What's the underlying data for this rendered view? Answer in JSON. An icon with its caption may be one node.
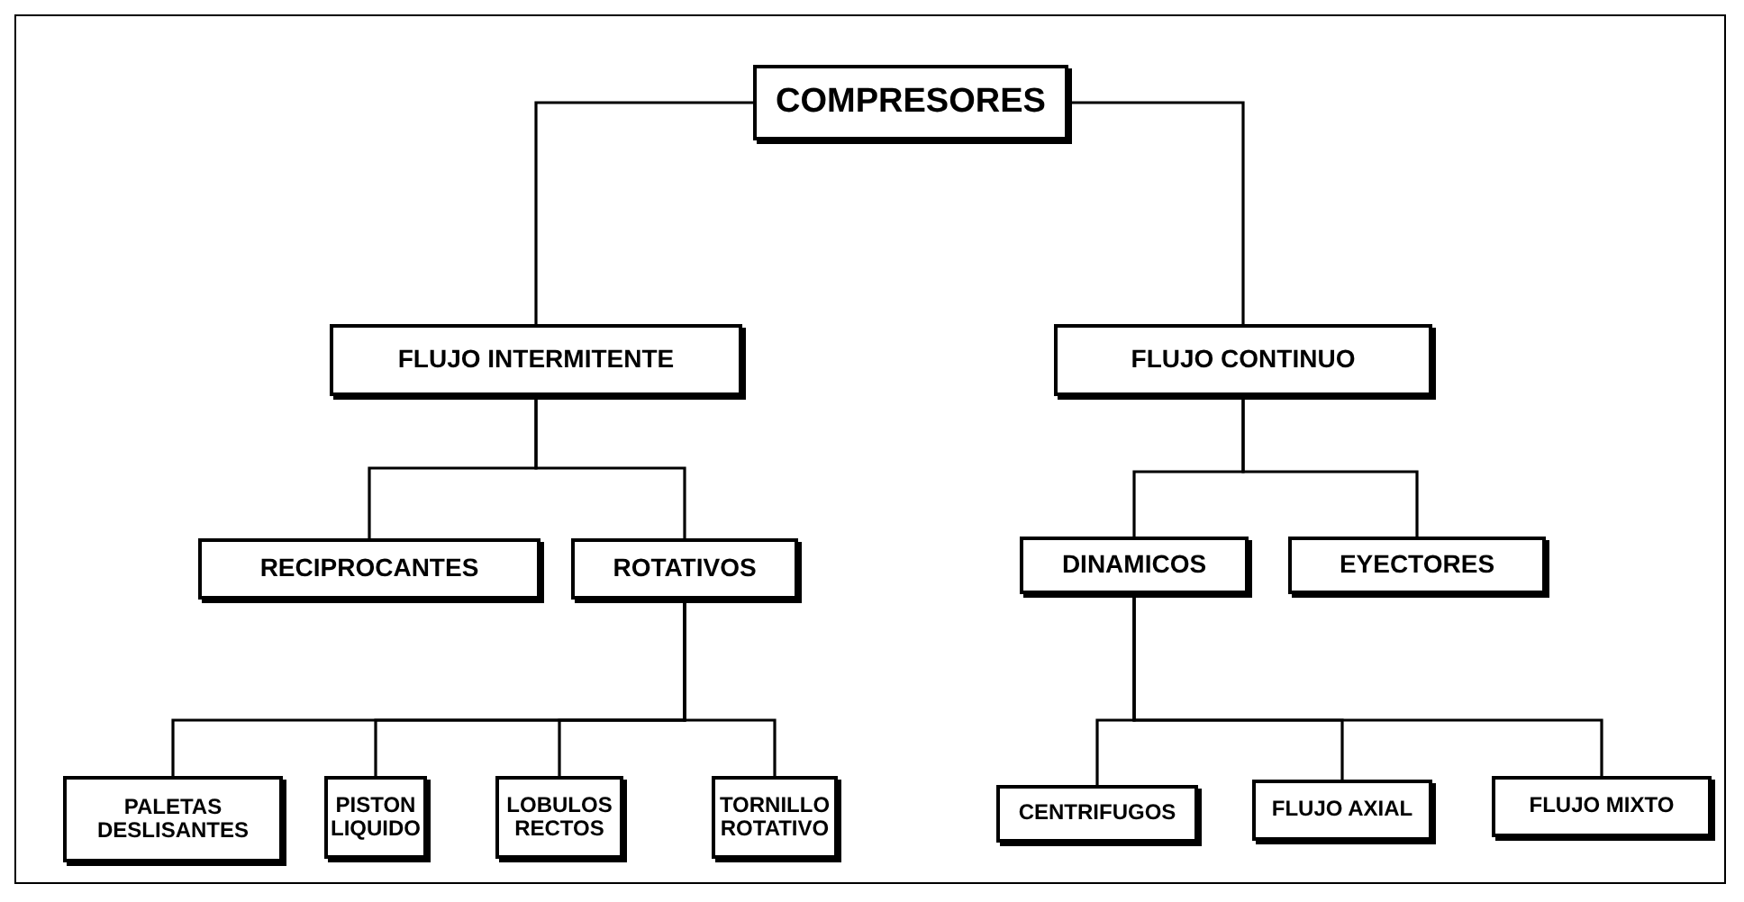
{
  "diagram": {
    "nodes": [
      {
        "text": [
          "COMPRESORES"
        ]
      },
      {
        "text": [
          "FLUJO INTERMITENTE"
        ]
      },
      {
        "text": [
          "FLUJO CONTINUO"
        ]
      },
      {
        "text": [
          "RECIPROCANTES"
        ]
      },
      {
        "text": [
          "ROTATIVOS"
        ]
      },
      {
        "text": [
          "DINAMICOS"
        ]
      },
      {
        "text": [
          "EYECTORES"
        ]
      },
      {
        "text": [
          "PALETAS DESLISANTES"
        ]
      },
      {
        "text": [
          "PISTON LIQUIDO"
        ]
      },
      {
        "text": [
          "LOBULOS RECTOS"
        ]
      },
      {
        "text": [
          "TORNILLO ROTATIVO"
        ]
      },
      {
        "text": [
          "CENTRIFUGOS"
        ]
      },
      {
        "text": [
          "FLUJO AXIAL"
        ]
      },
      {
        "text": [
          "FLUJO MIXTO"
        ]
      }
    ],
    "edges": [
      {
        "from": 0,
        "to": 1,
        "arrow": "none"
      },
      {
        "from": 0,
        "to": 2,
        "arrow": "none"
      },
      {
        "from": 1,
        "to": 3,
        "arrow": "none"
      },
      {
        "from": 1,
        "to": 4,
        "arrow": "none"
      },
      {
        "from": 2,
        "to": 5,
        "arrow": "none"
      },
      {
        "from": 2,
        "to": 6,
        "arrow": "none"
      },
      {
        "from": 4,
        "to": 7,
        "arrow": "none"
      },
      {
        "from": 4,
        "to": 8,
        "arrow": "none"
      },
      {
        "from": 4,
        "to": 9,
        "arrow": "none"
      },
      {
        "from": 4,
        "to": 10,
        "arrow": "none"
      },
      {
        "from": 5,
        "to": 11,
        "arrow": "none"
      },
      {
        "from": 5,
        "to": 12,
        "arrow": "none"
      },
      {
        "from": 5,
        "to": 13,
        "arrow": "none"
      }
    ]
  }
}
